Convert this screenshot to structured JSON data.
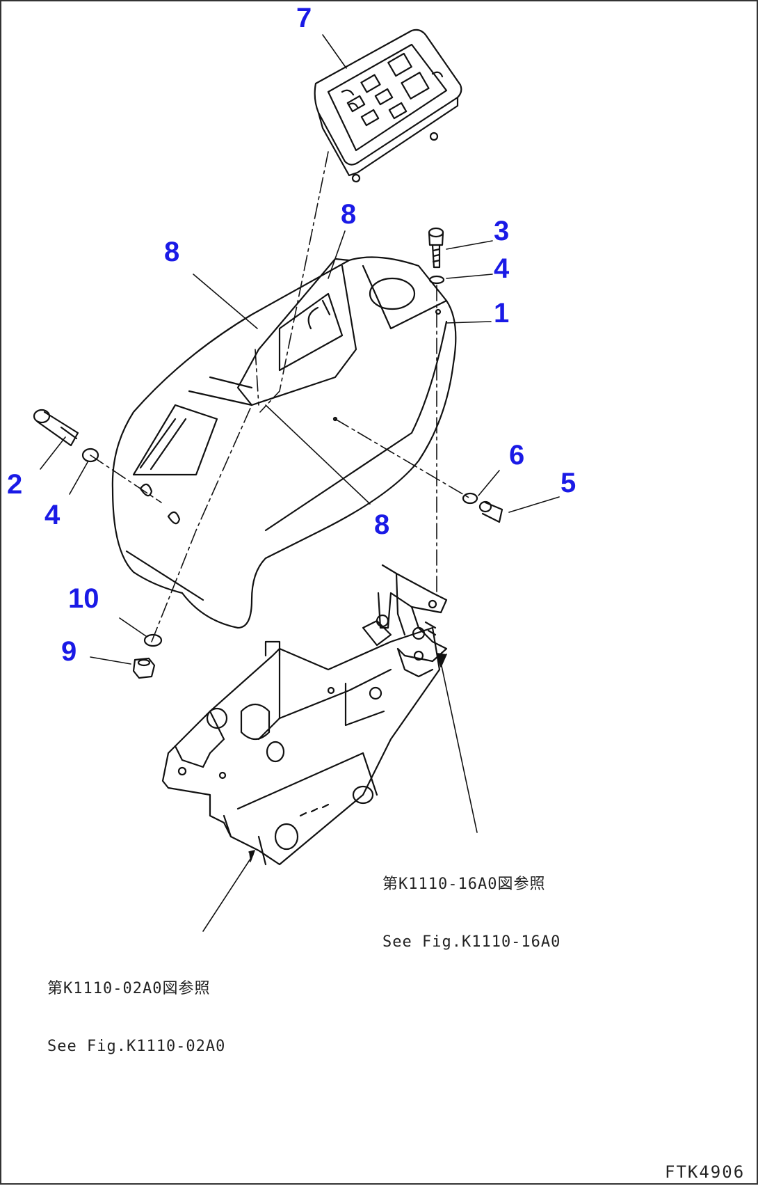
{
  "callouts": {
    "c7": "7",
    "c8a": "8",
    "c8b": "8",
    "c8c": "8",
    "c3": "3",
    "c4a": "4",
    "c1": "1",
    "c2": "2",
    "c4b": "4",
    "c6": "6",
    "c5": "5",
    "c10": "10",
    "c9": "9"
  },
  "references": {
    "right_jp": "第K1110-16A0図参照",
    "right_en": "See Fig.K1110-16A0",
    "left_jp": "第K1110-02A0図参照",
    "left_en": "See Fig.K1110-02A0"
  },
  "figure_code": "FTK4906",
  "colors": {
    "callout": "#1a1ae6",
    "line": "#111111"
  }
}
